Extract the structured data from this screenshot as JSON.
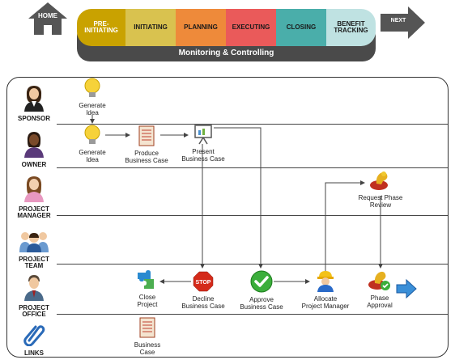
{
  "header": {
    "home_label": "HOME",
    "next_label": "NEXT",
    "monitoring_label": "Monitoring & Controlling",
    "stages": [
      {
        "line1": "PRE-",
        "line2": "INITIATING",
        "color": "#c9a200",
        "text_color": "#ffffff"
      },
      {
        "line1": "INITIATING",
        "line2": "",
        "color": "#d9c24f",
        "text_color": "#1a1a1a"
      },
      {
        "line1": "PLANNING",
        "line2": "",
        "color": "#ee8a3a",
        "text_color": "#1a1a1a"
      },
      {
        "line1": "EXECUTING",
        "line2": "",
        "color": "#ea5a5a",
        "text_color": "#1a1a1a"
      },
      {
        "line1": "CLOSING",
        "line2": "",
        "color": "#4aaeaa",
        "text_color": "#1a1a1a"
      },
      {
        "line1": "BENEFIT",
        "line2": "TRACKING",
        "color": "#bfe2e2",
        "text_color": "#1a1a1a"
      }
    ]
  },
  "roles": [
    {
      "id": "sponsor",
      "line1": "SPONSOR",
      "line2": ""
    },
    {
      "id": "owner",
      "line1": "OWNER",
      "line2": ""
    },
    {
      "id": "project-manager",
      "line1": "PROJECT",
      "line2": "MANAGER"
    },
    {
      "id": "project-team",
      "line1": "PROJECT",
      "line2": "TEAM"
    },
    {
      "id": "project-office",
      "line1": "PROJECT",
      "line2": "OFFICE"
    },
    {
      "id": "links",
      "line1": "LINKS",
      "line2": ""
    }
  ],
  "nodes": {
    "sponsor_generate_idea": {
      "line1": "Generate",
      "line2": "Idea"
    },
    "owner_generate_idea": {
      "line1": "Generate",
      "line2": "Idea"
    },
    "produce_business_case": {
      "line1": "Produce",
      "line2": "Business Case"
    },
    "present_business_case": {
      "line1": "Present",
      "line2": "Business Case"
    },
    "request_phase_review": {
      "line1": "Request Phase",
      "line2": "Review"
    },
    "close_project": {
      "line1": "Close",
      "line2": "Project"
    },
    "decline_business_case": {
      "line1": "Decline",
      "line2": "Business Case"
    },
    "approve_business_case": {
      "line1": "Approve",
      "line2": "Business Case"
    },
    "allocate_project_manager": {
      "line1": "Allocate",
      "line2": "Project Manager"
    },
    "phase_approval": {
      "line1": "Phase",
      "line2": "Approval"
    },
    "business_case_link": {
      "line1": "Business",
      "line2": "Case"
    }
  },
  "stop_text": "STOP",
  "colors": {
    "monitoring_bar": "#4a4a4a",
    "arrow_blue": "#3a8fd8",
    "house_gray": "#555555"
  }
}
